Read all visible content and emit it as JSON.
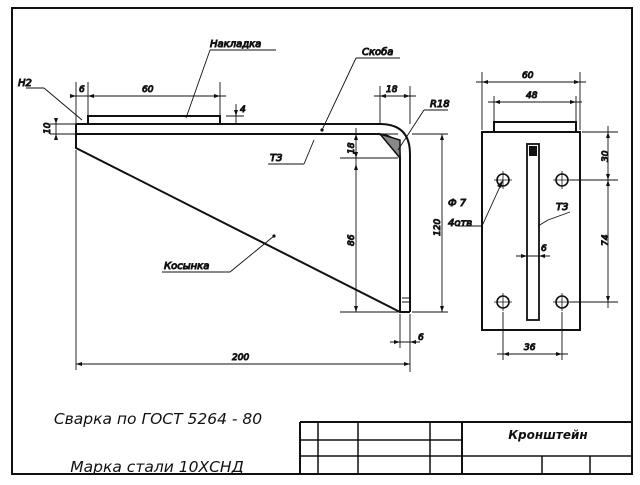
{
  "drawing": {
    "labels": {
      "nakladka": "Накладка",
      "skoba": "Скоба",
      "kosynka": "Косынка",
      "h2": "Н2",
      "t3_left": "Т3",
      "t3_right": "Т3",
      "r18": "R18",
      "hole_diameter": "Ф 7",
      "hole_count": "4отв"
    },
    "dimensions": {
      "d6_top": "6",
      "d60_top": "60",
      "d4": "4",
      "d18_top": "18",
      "d10": "10",
      "d18_side": "18",
      "d86": "86",
      "d120": "120",
      "d6_bottom": "6",
      "d200": "200",
      "d60_right": "60",
      "d48": "48",
      "d30": "30",
      "d74": "74",
      "d6_slot": "6",
      "d36": "36"
    }
  },
  "notes": {
    "welding": "Сварка по ГОСТ 5264 - 80",
    "steel": "Марка стали 10ХСНД"
  },
  "title_block": {
    "title": "Кронштейн"
  }
}
